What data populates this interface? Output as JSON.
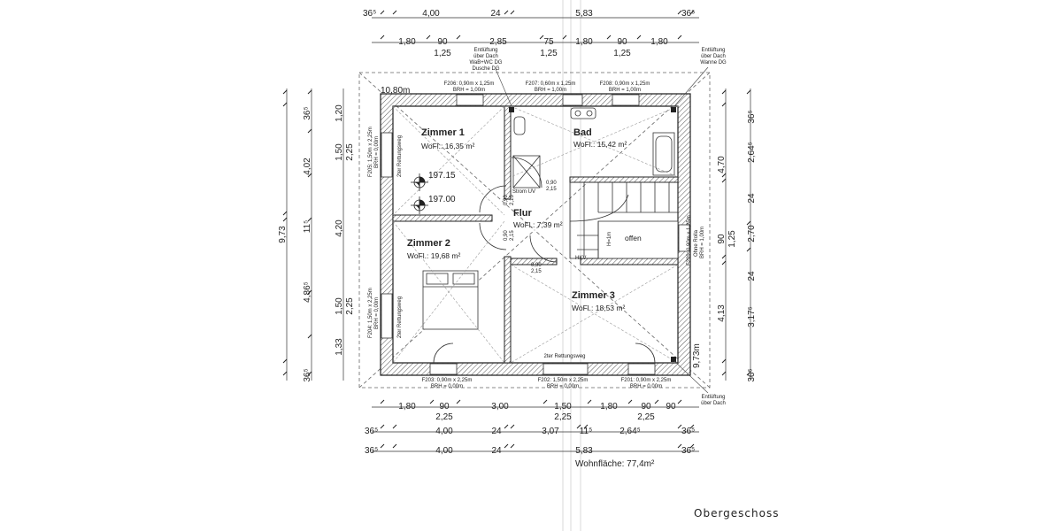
{
  "plan": {
    "title": "Obergeschoss",
    "total_area": "Wohnfläche: 77,4m²",
    "overall_width": "10,80m",
    "overall_depth": "9,73m",
    "overall_depth_label": "9,73",
    "rooms": {
      "zimmer1": {
        "name": "Zimmer 1",
        "area": "WoFl.: 16,35 m²"
      },
      "bad": {
        "name": "Bad",
        "area": "WoFl.: 15,42 m²"
      },
      "flur": {
        "name": "Flur",
        "area": "WoFl.: 7,39 m²"
      },
      "zimmer2": {
        "name": "Zimmer 2",
        "area": "WoFl.: 19,68 m²"
      },
      "zimmer3": {
        "name": "Zimmer 3",
        "area": "WoFl.: 18,53 m²"
      },
      "offen": {
        "name": "offen"
      }
    },
    "levels": {
      "upper": "197.15",
      "lower": "197.00"
    },
    "notes": {
      "vent_top_left": [
        "Entlüftung",
        "über Dach",
        "WaB+WC DG",
        "Dusche DG"
      ],
      "vent_top_right": [
        "Entlüftung",
        "über Dach",
        "Wanne DG"
      ],
      "vent_bottom_right": [
        "Entlüftung",
        "über Dach"
      ],
      "strom": "Strom UV",
      "hkv": "HKV",
      "h1m": "H=1m",
      "rettung_z1": "2ter Rettungsweg",
      "rettung_z2": "2ter Rettungsweg",
      "rettung_z3": "2ter Rettungsweg",
      "ohne_rolla": "Ohne Rolla"
    },
    "windows": {
      "F206": [
        "F206: 0,90m x 1,25m",
        "BRH = 1,00m"
      ],
      "F207": [
        "F207: 0,60m x 1,25m",
        "BRH = 1,00m"
      ],
      "F208": [
        "F208: 0,90m x 1,25m",
        "BRH = 1,00m"
      ],
      "F205": [
        "F205: 1,50m x 2,25m",
        "BRH = 0,00m"
      ],
      "F204": [
        "F204: 1,50m x 2,25m",
        "BRH = 0,00m"
      ],
      "F209": [
        "F209: 0,90m x 1,25m",
        "BRH = 1,00m"
      ],
      "F203": [
        "F203: 0,90m x 2,25m",
        "BRH = 0,00m"
      ],
      "F202": [
        "F202: 1,50m x 2,25m",
        "BRH = 0,00m"
      ],
      "F201": [
        "F201: 0,90m x 2,25m",
        "BRH = 0,00m"
      ]
    },
    "doors": {
      "d1": [
        "0,90",
        "2,15"
      ],
      "d2": [
        "0,90",
        "2,15"
      ],
      "d3": [
        "0,90",
        "2,15"
      ],
      "d4": [
        "0,90",
        "2,15"
      ],
      "d5": [
        "0,90",
        "2,15"
      ]
    },
    "dims_top": {
      "row1": [
        "36⁵",
        "4,00",
        "24",
        "5,83",
        "36⁵"
      ],
      "row2": [
        "1,80",
        "90",
        "2,85",
        "75",
        "1,80",
        "90",
        "1,80"
      ],
      "row2_sub": [
        "1,25",
        "1,25",
        "1,25"
      ]
    },
    "dims_bottom": {
      "row1": [
        "1,80",
        "90",
        "3,00",
        "1,50",
        "1,80",
        "90",
        "90"
      ],
      "row1_sub": [
        "2,25",
        "2,25",
        "2,25"
      ],
      "row2": [
        "36⁵",
        "4,00",
        "24",
        "3,07",
        "11⁵",
        "2,64⁵",
        "36⁵"
      ],
      "row3": [
        "36⁵",
        "4,00",
        "24",
        "5,83",
        "36⁵"
      ]
    },
    "dims_left": {
      "outer": [
        "36⁵",
        "4,02",
        "11⁵",
        "4,86⁵",
        "36⁵"
      ],
      "inner": [
        "1,20",
        "1,50",
        "2,25",
        "4,20",
        "1,50",
        "2,25",
        "1,33"
      ]
    },
    "dims_right": {
      "outer": [
        "36⁵",
        "2,64⁵",
        "24",
        "2,70",
        "24",
        "3,17⁵",
        "36⁵"
      ],
      "inner": [
        "4,70",
        "90",
        "1,25",
        "4,13"
      ]
    }
  }
}
